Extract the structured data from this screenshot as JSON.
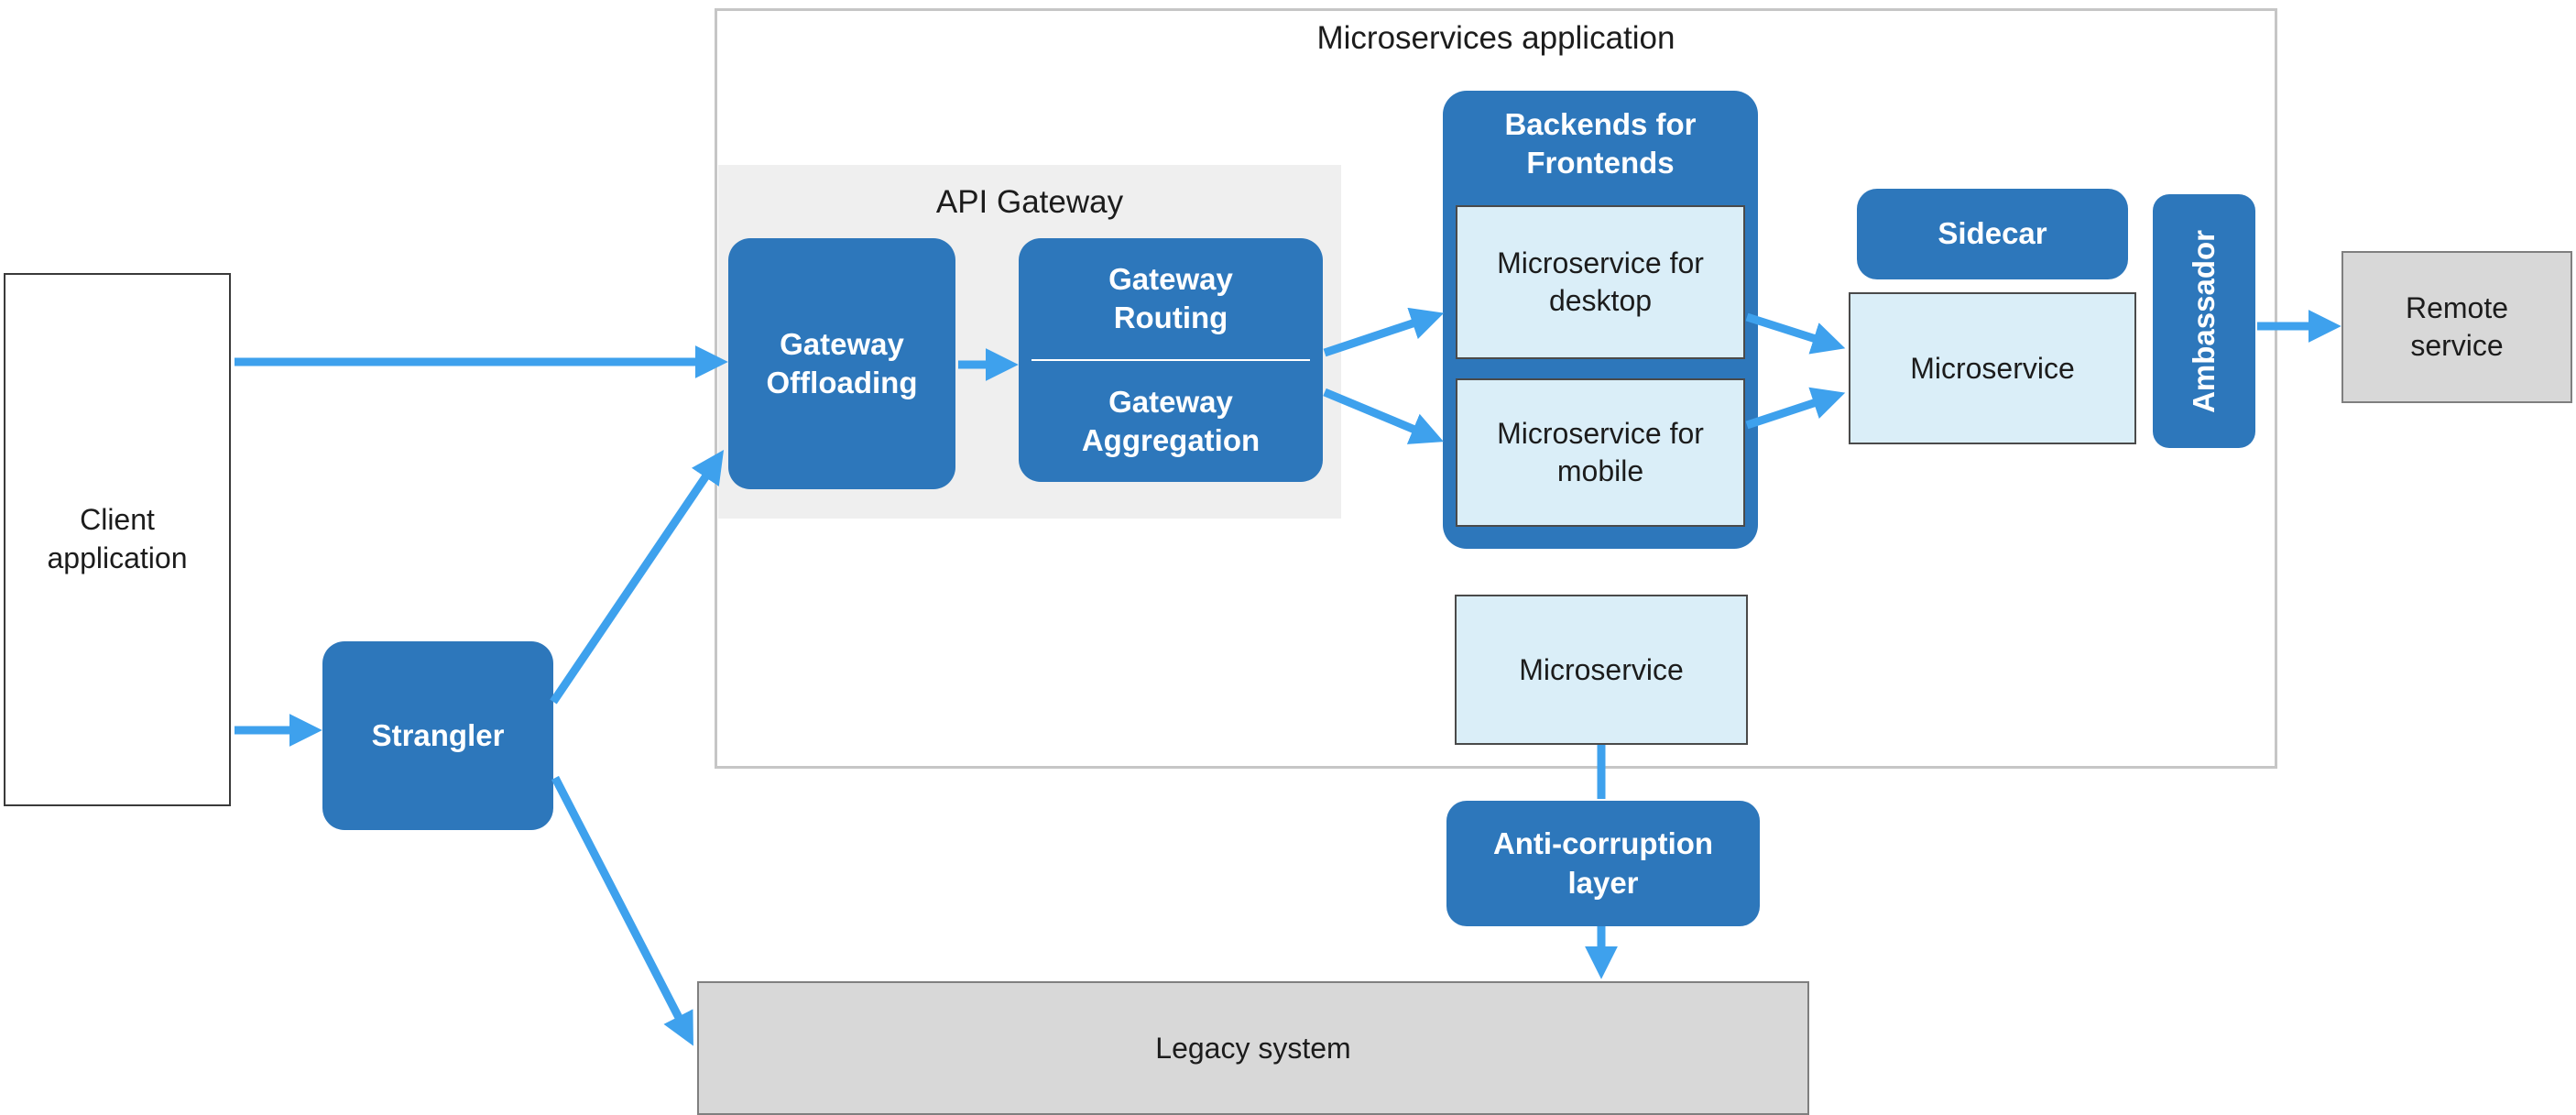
{
  "groups": {
    "microservices_application": "Microservices application",
    "api_gateway": "API Gateway",
    "backends_for_frontends": "Backends for Frontends"
  },
  "nodes": {
    "client_application": "Client application",
    "strangler": "Strangler",
    "gateway_offloading": "Gateway Offloading",
    "gateway_routing": "Gateway Routing",
    "gateway_aggregation": "Gateway Aggregation",
    "microservice_for_desktop": "Microservice for desktop",
    "microservice_for_mobile": "Microservice for mobile",
    "sidecar": "Sidecar",
    "microservice": "Microservice",
    "ambassador": "Ambassador",
    "remote_service": "Remote service",
    "microservice_standalone": "Microservice",
    "anti_corruption_layer": "Anti-corruption layer",
    "legacy_system": "Legacy system"
  },
  "edges": [
    {
      "from": "client_application",
      "to": "gateway_offloading"
    },
    {
      "from": "client_application",
      "to": "strangler"
    },
    {
      "from": "strangler",
      "to": "gateway_offloading"
    },
    {
      "from": "strangler",
      "to": "legacy_system"
    },
    {
      "from": "gateway_offloading",
      "to": "gateway_routing"
    },
    {
      "from": "gateway_aggregation",
      "to": "microservice_for_desktop"
    },
    {
      "from": "gateway_aggregation",
      "to": "microservice_for_mobile"
    },
    {
      "from": "microservice_for_desktop",
      "to": "microservice"
    },
    {
      "from": "microservice_for_mobile",
      "to": "microservice"
    },
    {
      "from": "ambassador",
      "to": "remote_service"
    },
    {
      "from": "microservice_standalone",
      "to": "anti_corruption_layer"
    },
    {
      "from": "anti_corruption_layer",
      "to": "legacy_system"
    }
  ],
  "colors": {
    "box_blue": "#2D77BB",
    "arrow_blue": "#3EA1ED",
    "light_blue_fill": "#DAEEF8",
    "light_box_border": "#4A4A4A",
    "gray_fill": "#D8D8D8",
    "gray_border": "#7F7F7F",
    "group_border": "#C6C6C6",
    "panel_gray": "#EFEFEF",
    "text_dark": "#1c1c1c",
    "text_light": "#ffffff"
  }
}
